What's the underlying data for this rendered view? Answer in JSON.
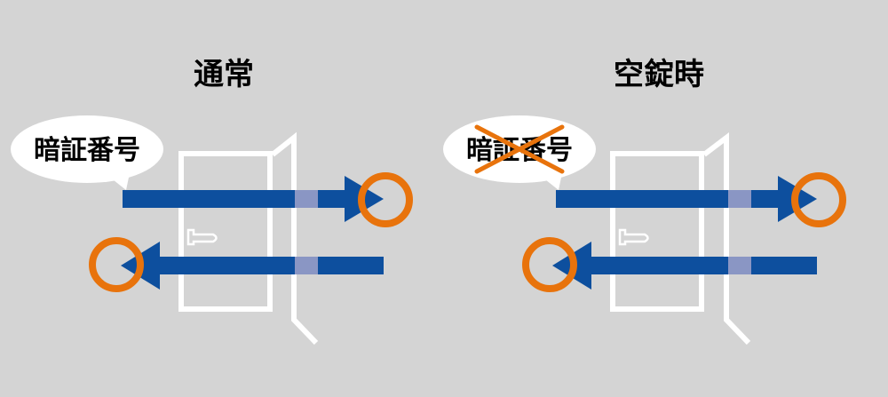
{
  "panels": [
    {
      "id": "normal",
      "title": "通常",
      "bubble_text": "暗証番号",
      "code_crossed_out": false
    },
    {
      "id": "empty-lock",
      "title": "空錠時",
      "bubble_text": "暗証番号",
      "code_crossed_out": true
    }
  ],
  "colors": {
    "background": "#d4d4d4",
    "arrow": "#0d4f9e",
    "arrow_in_door": "#8a96c4",
    "circle": "#e8730c",
    "cross": "#e8730c",
    "door_outline": "#ffffff",
    "bubble_fill": "#ffffff"
  }
}
